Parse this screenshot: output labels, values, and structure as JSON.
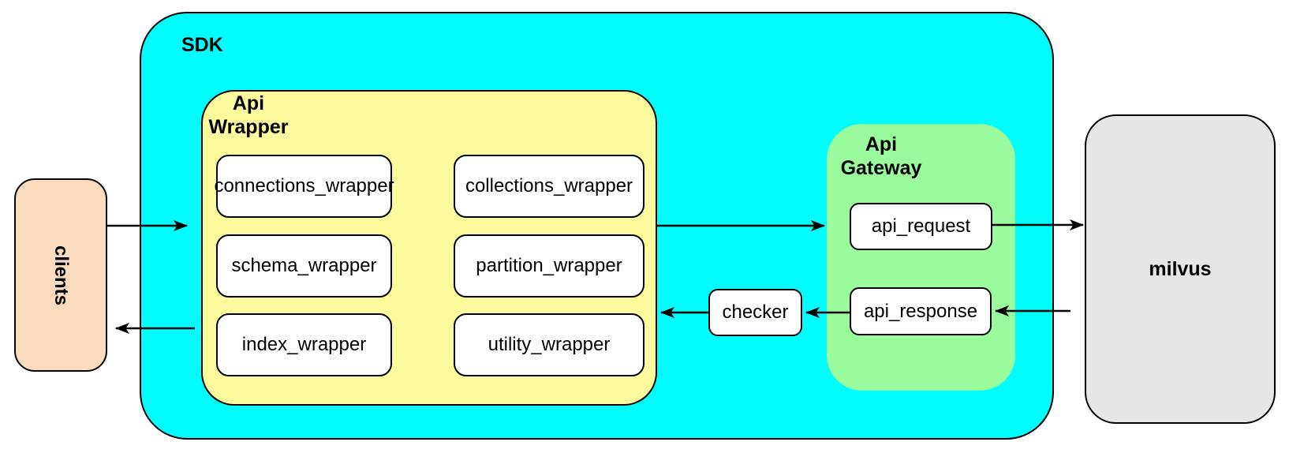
{
  "diagram": {
    "containers": {
      "sdk": {
        "label": "SDK",
        "fill": "#00FDFD",
        "border": "#000000"
      },
      "api_wrapper": {
        "label": "Api\nWrapper",
        "fill": "#FBFB9E",
        "border": "#000000"
      },
      "api_gateway": {
        "label": "Api\nGateway",
        "fill": "#99FB9B",
        "border": "none"
      }
    },
    "nodes": {
      "clients": {
        "label": "clients",
        "fill": "#FADCBD"
      },
      "milvus": {
        "label": "milvus",
        "fill": "#E6E6E6"
      },
      "checker": {
        "label": "checker",
        "fill": "#FFFFFF"
      },
      "wrapper_modules": [
        {
          "label": "connections_wrapper"
        },
        {
          "label": "collections_wrapper"
        },
        {
          "label": "schema_wrapper"
        },
        {
          "label": "partition_wrapper"
        },
        {
          "label": "index_wrapper"
        },
        {
          "label": "utility_wrapper"
        }
      ],
      "gateway_modules": [
        {
          "label": "api_request"
        },
        {
          "label": "api_response"
        }
      ]
    },
    "connections": [
      {
        "from": "clients",
        "to": "sdk"
      },
      {
        "from": "sdk",
        "to": "clients"
      },
      {
        "from": "api_wrapper",
        "to": "api_gateway"
      },
      {
        "from": "api_request",
        "to": "milvus"
      },
      {
        "from": "milvus",
        "to": "api_response"
      },
      {
        "from": "api_response",
        "to": "checker"
      },
      {
        "from": "checker",
        "to": "api_wrapper"
      }
    ],
    "stroke_color": "#000000",
    "background": "#FFFFFF"
  }
}
